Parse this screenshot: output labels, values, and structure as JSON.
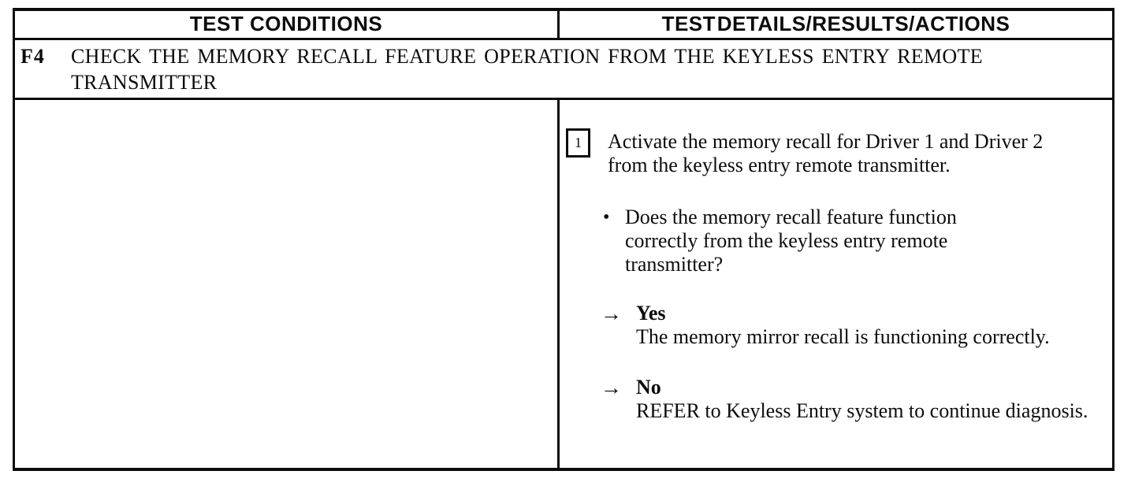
{
  "table": {
    "headers": {
      "left": "TEST CONDITIONS",
      "right": "TEST DETAILS/RESULTS/ACTIONS"
    },
    "test_id": "F4",
    "test_title": "CHECK THE MEMORY RECALL FEATURE OPERATION FROM THE KEYLESS ENTRY REMOTE TRANSMITTER",
    "step": {
      "number": "1",
      "instruction": "Activate the memory recall for Driver 1 and Driver 2 from the keyless entry remote transmitter.",
      "question": {
        "bullet": "•",
        "text": "Does the memory recall feature function correctly from the keyless entry remote transmitter?"
      },
      "results": [
        {
          "arrow": "→",
          "label": "Yes",
          "action": "The memory mirror recall is functioning correctly."
        },
        {
          "arrow": "→",
          "label": "No",
          "action": "REFER to Keyless Entry system to continue diagnosis."
        }
      ]
    }
  },
  "colors": {
    "ink": "#0c0c0c",
    "paper": "#ffffff"
  }
}
